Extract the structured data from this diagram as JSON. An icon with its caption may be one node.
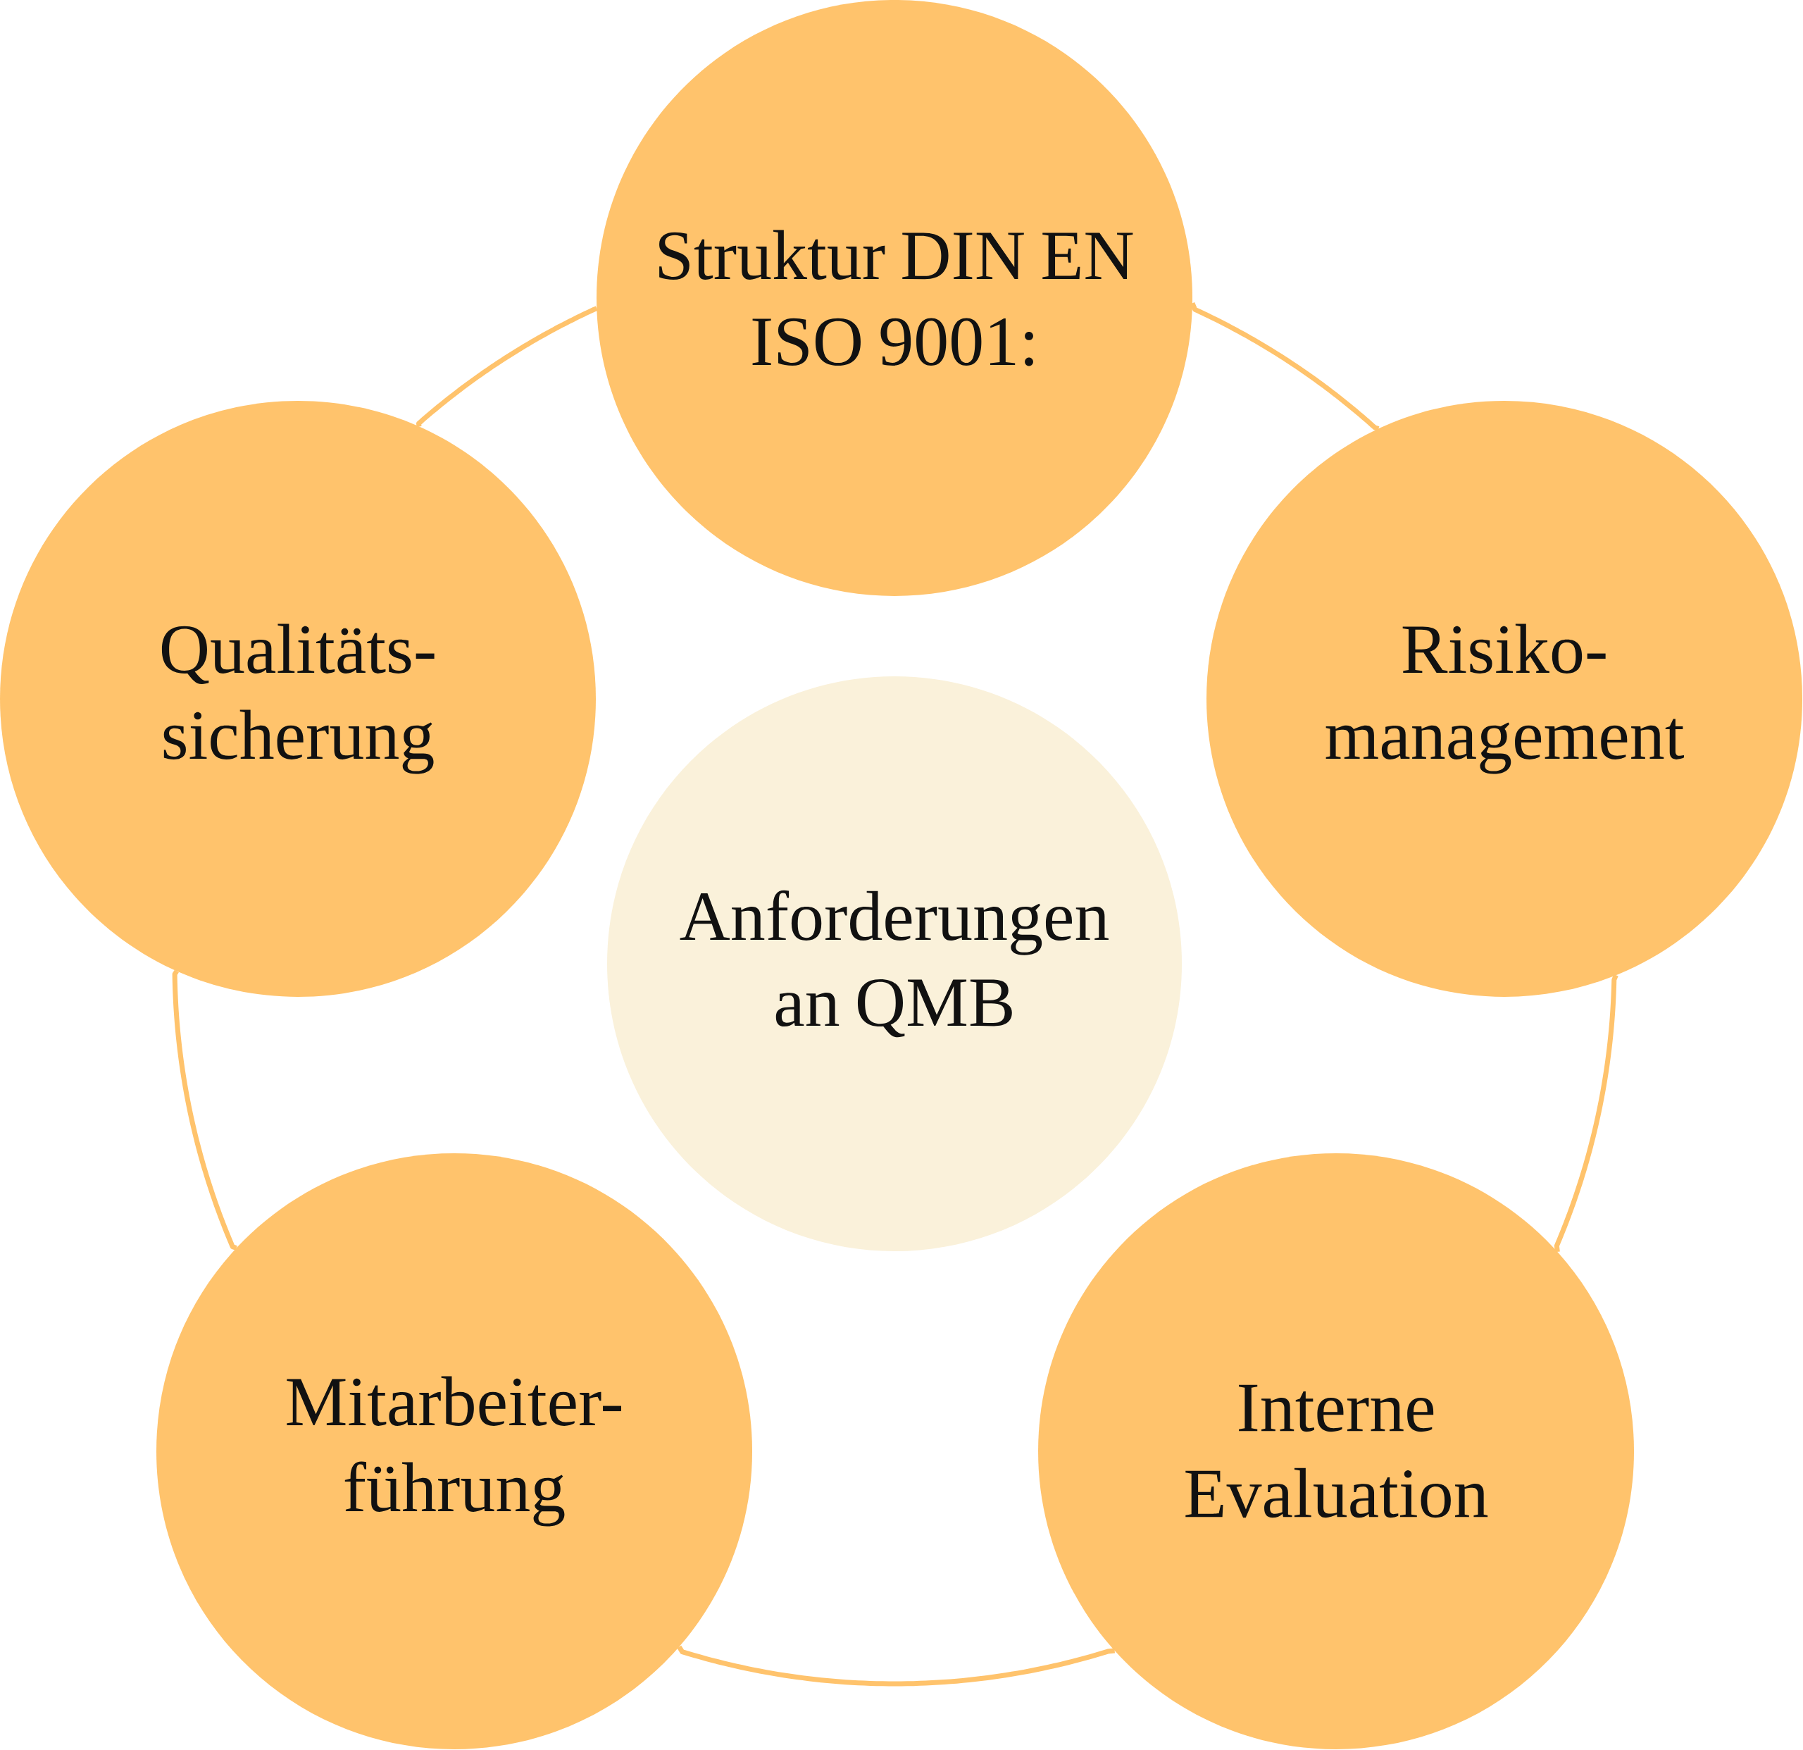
{
  "diagram": {
    "nodes": [
      {
        "text": [
          "Struktur DIN EN ISO 9001:"
        ]
      },
      {
        "text": [
          "Qualitäts- sicherung"
        ]
      },
      {
        "text": [
          "Risiko- management"
        ]
      },
      {
        "text": [
          "Anforderungen an QMB"
        ]
      },
      {
        "text": [
          "Mitarbeiter- führung"
        ]
      },
      {
        "text": [
          "Interne Evaluation"
        ]
      }
    ],
    "edges": [
      {
        "from": 0,
        "to": 2,
        "arrow": "none"
      },
      {
        "from": 2,
        "to": 5,
        "arrow": "none"
      },
      {
        "from": 5,
        "to": 4,
        "arrow": "none"
      },
      {
        "from": 4,
        "to": 1,
        "arrow": "none"
      },
      {
        "from": 1,
        "to": 0,
        "arrow": "none"
      }
    ]
  }
}
